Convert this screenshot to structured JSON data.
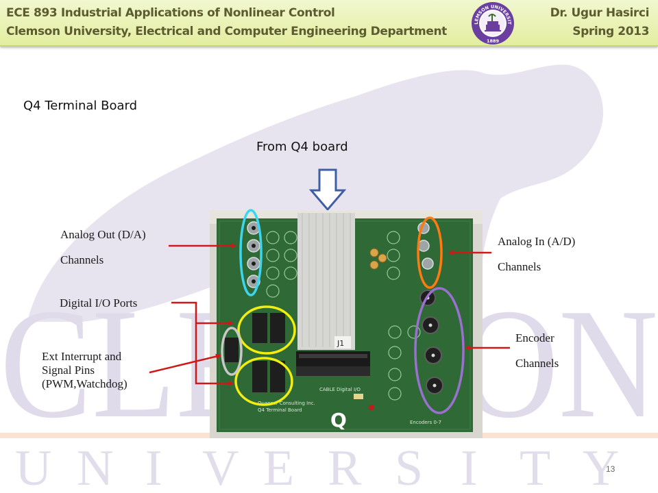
{
  "header": {
    "course": "ECE 893 Industrial Applications of Nonlinear Control",
    "department": "Clemson University, Electrical and Computer Engineering Department",
    "instructor": "Dr. Ugur Hasirci",
    "term": "Spring 2013",
    "seal": {
      "name": "CLEMSON UNIVERSITY",
      "year": "1889"
    }
  },
  "slide": {
    "title": "Q4 Terminal Board",
    "source_label": "From Q4 board",
    "page_number": "13"
  },
  "watermark": {
    "text": "CLEMSON",
    "letters": [
      "U",
      "N",
      "I",
      "V",
      "E",
      "R",
      "S",
      "I",
      "T",
      "Y"
    ]
  },
  "photo_text": {
    "connector_label": "J1",
    "board_name": "Q4 Terminal Board",
    "maker": "Quanser Consulting Inc.",
    "board_marking": "Q",
    "encoders": "Encoders 0-7",
    "digital": "CABLE Digital I/O"
  },
  "labels": {
    "analog_out": [
      "Analog Out (D/A)",
      "Channels"
    ],
    "analog_in": [
      "Analog In (A/D)",
      "Channels"
    ],
    "digital_io": "Digital I/O Ports",
    "encoder": [
      "Encoder",
      "Channels"
    ],
    "ext_interrupt": [
      "Ext Interrupt and",
      "Signal Pins",
      "(PWM,Watchdog)"
    ]
  },
  "colors": {
    "header_bg": "#e8f0b0",
    "header_text": "#5c5c30",
    "watermark": "#e2ddeb",
    "orange_band": "#fae3d3",
    "arrow": "#d01818",
    "board": "#2f6a36",
    "ring_cyan": "#3cd6ee",
    "ring_orange": "#ff7a10",
    "ring_yellow": "#f3ee10",
    "ring_purple": "#9a70d0",
    "ring_gray": "#c8c8c8",
    "big_arrow": "#3f5fa4"
  }
}
